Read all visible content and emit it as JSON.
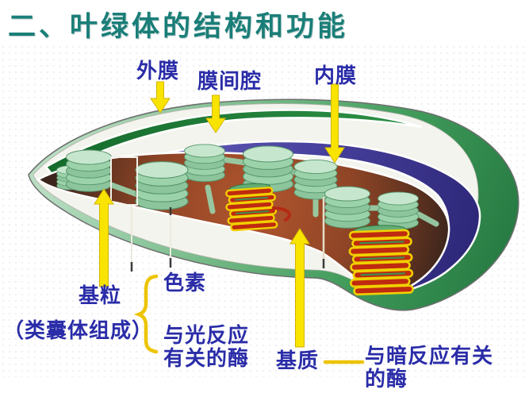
{
  "title": "二、叶绿体的结构和功能",
  "membrane_labels": {
    "outer": "外膜",
    "space": "膜间腔",
    "inner": "内膜"
  },
  "granum": {
    "label": "基粒",
    "note": "（类囊体组成）",
    "contents": {
      "pigment": "色素",
      "light_enzymes": "与光反应\n有关的酶"
    }
  },
  "stroma": {
    "label": "基质",
    "dark_enzymes": "与暗反应有关\n的酶"
  },
  "colors": {
    "title_color": "#1a7e78",
    "label_color": "#2a2ca8",
    "arrow_color": "#f8e400",
    "brace_color": "#edc400",
    "outer_membrane_green": "#3f9a59",
    "dark_green_band": "#1b7c35",
    "inner_membrane_purple": "#4a43a0",
    "stroma_brown": "#8f4526",
    "granum_green": "#9cd2a9",
    "thylakoid_red": "#bf2a10",
    "thylakoid_yellow": "#f1d000"
  }
}
